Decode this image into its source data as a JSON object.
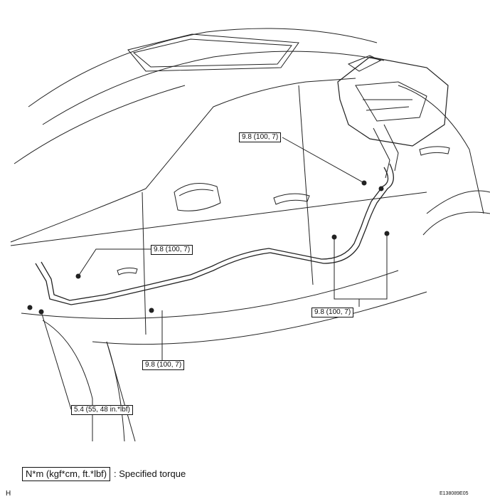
{
  "callouts": {
    "torque_upper_right": "9.8 (100, 7)",
    "torque_left": "9.8 (100, 7)",
    "torque_lower_center": "9.8 (100, 7)",
    "torque_lower_right": "9.8 (100, 7)",
    "torque_front": "5.4 (55, 48 in.*lbf)"
  },
  "legend": {
    "unit": "N*m (kgf*cm, ft.*lbf)",
    "description": ": Specified torque"
  },
  "footer": {
    "left_code": "H",
    "figure_id": "E138089E05"
  }
}
